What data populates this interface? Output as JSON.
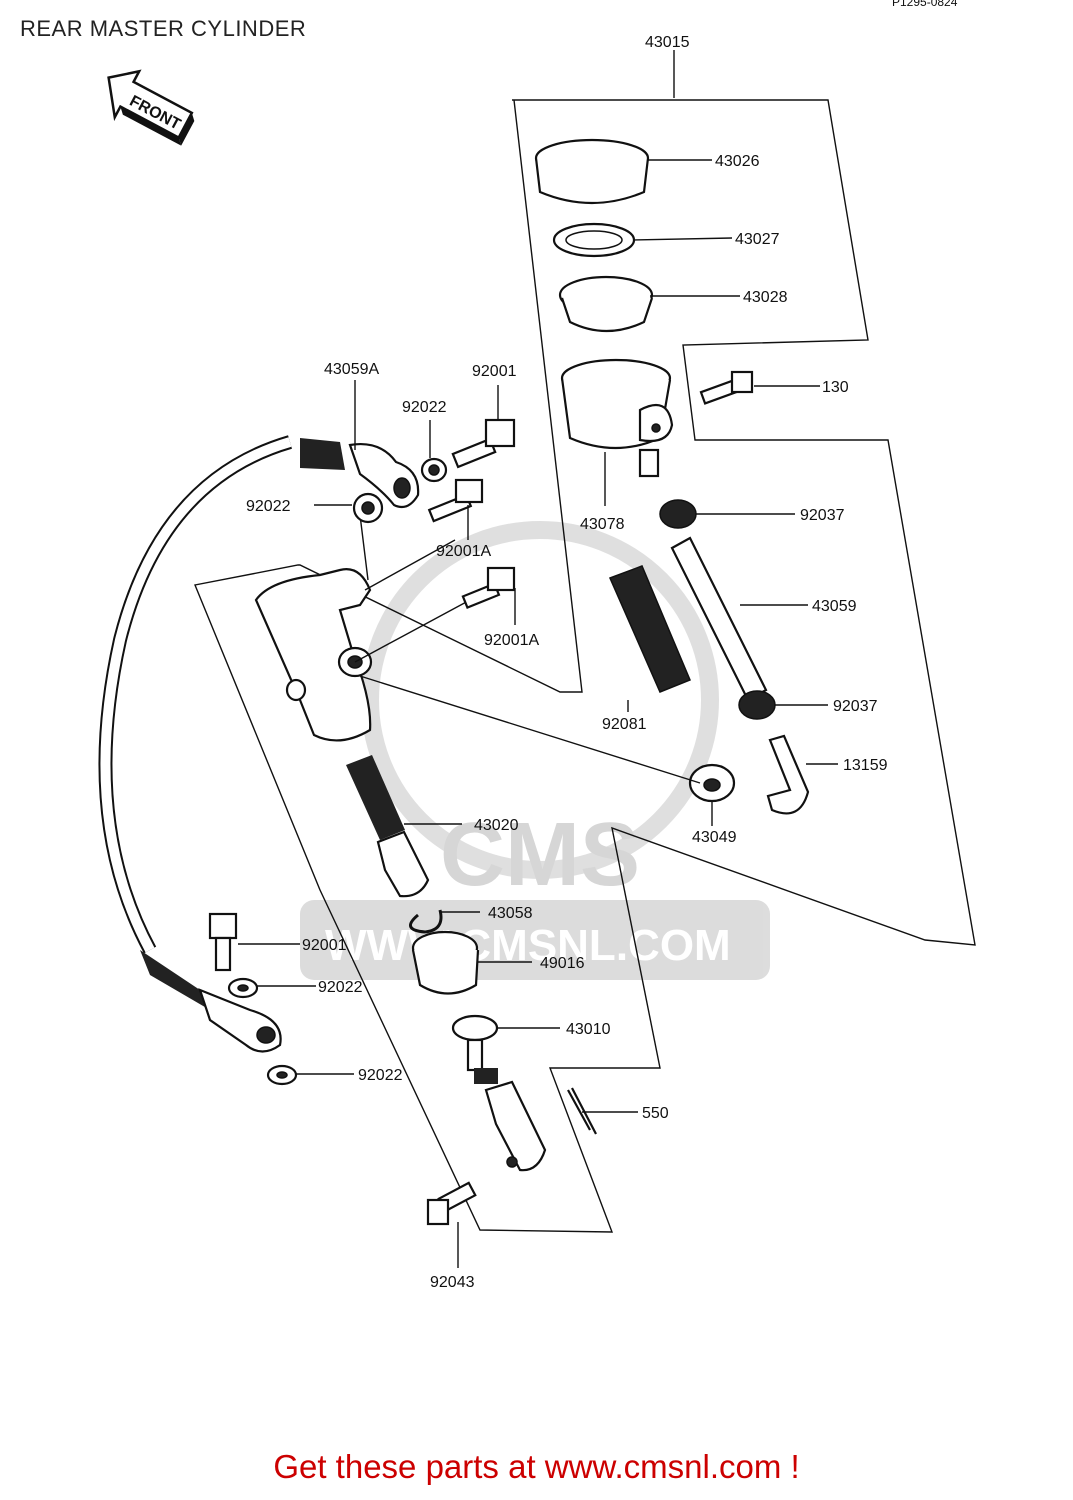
{
  "title": "REAR MASTER CYLINDER",
  "doc_code": "P1295-0824",
  "front_label": "FRONT",
  "watermark": {
    "text": "CMS",
    "url": "WWW.CMSNL.COM"
  },
  "parts": [
    {
      "id": "p43015",
      "label": "43015"
    },
    {
      "id": "p43026",
      "label": "43026"
    },
    {
      "id": "p43027",
      "label": "43027"
    },
    {
      "id": "p43028",
      "label": "43028"
    },
    {
      "id": "p130",
      "label": "130"
    },
    {
      "id": "p43059A",
      "label": "43059A"
    },
    {
      "id": "p92001_top",
      "label": "92001"
    },
    {
      "id": "p92022_top",
      "label": "92022"
    },
    {
      "id": "p92022_left",
      "label": "92022"
    },
    {
      "id": "p92001A_a",
      "label": "92001A"
    },
    {
      "id": "p43078",
      "label": "43078"
    },
    {
      "id": "p92037_a",
      "label": "92037"
    },
    {
      "id": "p43059",
      "label": "43059"
    },
    {
      "id": "p92001A_b",
      "label": "92001A"
    },
    {
      "id": "p92081",
      "label": "92081"
    },
    {
      "id": "p92037_b",
      "label": "92037"
    },
    {
      "id": "p13159",
      "label": "13159"
    },
    {
      "id": "p43020",
      "label": "43020"
    },
    {
      "id": "p43049",
      "label": "43049"
    },
    {
      "id": "p43058",
      "label": "43058"
    },
    {
      "id": "p92001_bot",
      "label": "92001"
    },
    {
      "id": "p49016",
      "label": "49016"
    },
    {
      "id": "p92022_bot1",
      "label": "92022"
    },
    {
      "id": "p43010",
      "label": "43010"
    },
    {
      "id": "p92022_bot2",
      "label": "92022"
    },
    {
      "id": "p550",
      "label": "550"
    },
    {
      "id": "p92043",
      "label": "92043"
    }
  ],
  "footer": {
    "prefix": "Get these parts at ",
    "link": "www.cmsnl.com",
    "suffix": " !"
  },
  "colors": {
    "footer": "#cc0000",
    "line": "#111111",
    "watermark": "#d9d9d9"
  }
}
